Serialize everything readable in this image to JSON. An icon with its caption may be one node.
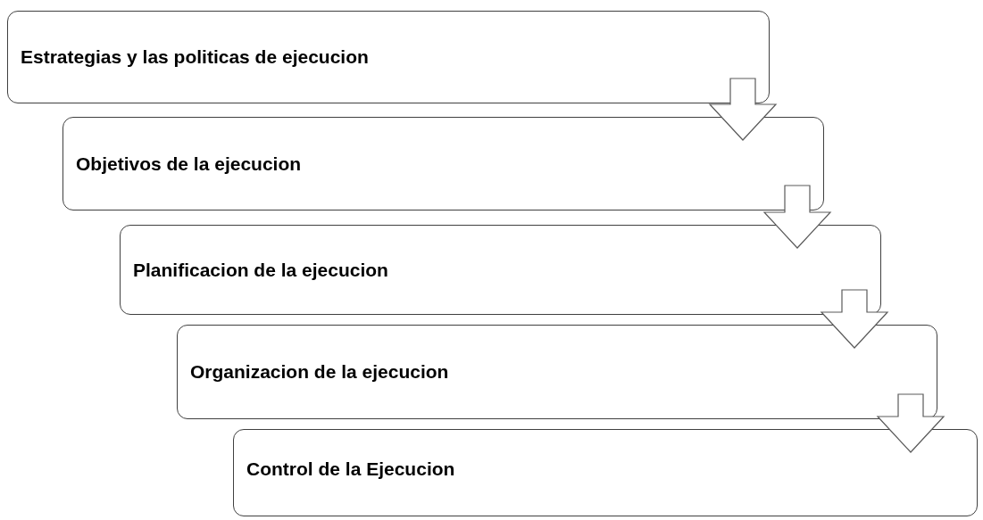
{
  "diagram": {
    "nodes": [
      {
        "text": [
          "Estrategias y las politicas de ejecucion"
        ]
      },
      {
        "text": [
          "Objetivos de la ejecucion"
        ]
      },
      {
        "text": [
          "Planificacion de la ejecucion"
        ]
      },
      {
        "text": [
          "Organizacion de la ejecucion"
        ]
      },
      {
        "text": [
          "Control de la Ejecucion"
        ]
      }
    ],
    "edges": [
      {
        "from": 0,
        "to": 1,
        "arrow": "to"
      },
      {
        "from": 1,
        "to": 2,
        "arrow": "to"
      },
      {
        "from": 2,
        "to": 3,
        "arrow": "to"
      },
      {
        "from": 3,
        "to": 4,
        "arrow": "to"
      }
    ]
  }
}
